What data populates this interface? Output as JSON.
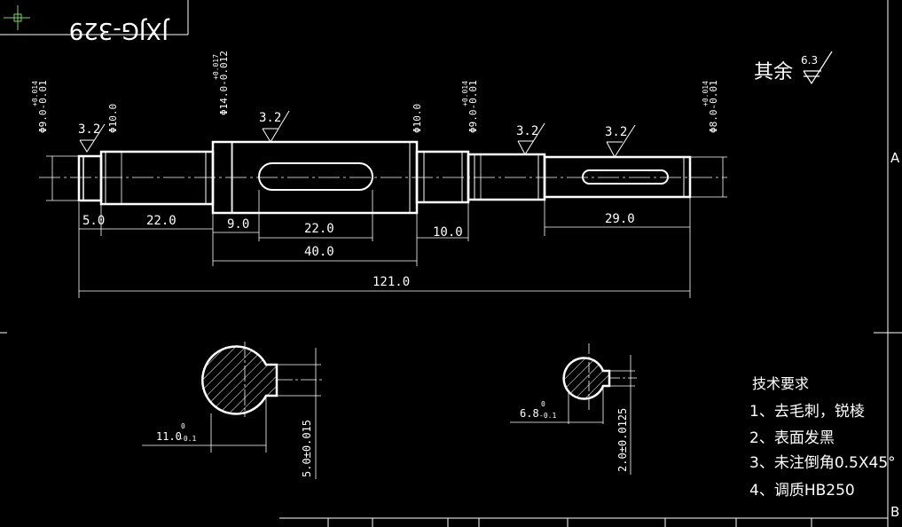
{
  "drawing": {
    "title_code": "JXJG-329",
    "roughness_other": "其余",
    "roughness_default": "6.3",
    "zone_a": "A",
    "zone_b": "B"
  },
  "shaft": {
    "dims_top": {
      "d1": "Φ9.0-0.01",
      "d1_tol": "+0.014",
      "d2": "Φ10.0",
      "d3": "Φ14.0-0.012",
      "d3_tol": "+0.017",
      "d4": "Φ10.0",
      "d5": "Φ9.0-0.01",
      "d5_tol": "+0.014",
      "d6": "Φ8.0-0.01",
      "d6_tol": "+0.014"
    },
    "roughness_marks": [
      "3.2",
      "3.2",
      "3.2",
      "3.2"
    ],
    "dims_bottom": {
      "len_a": "5.0",
      "len_b": "22.0",
      "len_c": "9.0",
      "len_d": "22.0",
      "len_e": "40.0",
      "len_f": "10.0",
      "len_g": "29.0",
      "overall": "121.0"
    }
  },
  "section_left": {
    "width_dim": "11.0",
    "width_tol_top": "0",
    "width_tol_bottom": "-0.1",
    "key_dim": "5.0±0.015"
  },
  "section_right": {
    "width_dim": "6.8",
    "width_tol_top": "0",
    "width_tol_bottom": "-0.1",
    "key_dim": "2.0±0.0125"
  },
  "tech_requirements": {
    "heading": "技术要求",
    "items": [
      "1、去毛刺，锐棱",
      "2、表面发黑",
      "3、未注倒角0.5X45°",
      "4、调质HB250"
    ]
  },
  "colors": {
    "background": "#000000",
    "line": "#ffffff"
  }
}
